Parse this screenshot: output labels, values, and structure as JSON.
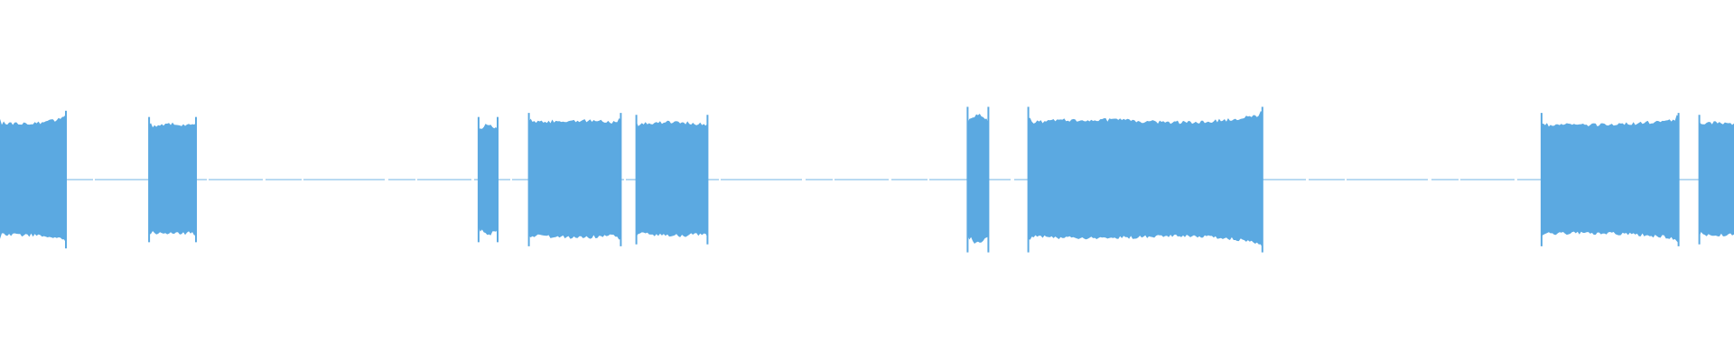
{
  "waveform": {
    "color": "#5BA9E1",
    "background": "#FFFFFF",
    "duration_fraction": 1,
    "segments": [
      {
        "start": 0.0,
        "end": 0.038,
        "level": 0.34,
        "envelope": "steady-rise-end"
      },
      {
        "start": 0.086,
        "end": 0.113,
        "level": 0.31,
        "envelope": "steady"
      },
      {
        "start": 0.276,
        "end": 0.287,
        "level": 0.31,
        "envelope": "short"
      },
      {
        "start": 0.305,
        "end": 0.358,
        "level": 0.33,
        "envelope": "steady"
      },
      {
        "start": 0.367,
        "end": 0.408,
        "level": 0.32,
        "envelope": "steady"
      },
      {
        "start": 0.558,
        "end": 0.57,
        "level": 0.36,
        "envelope": "short"
      },
      {
        "start": 0.593,
        "end": 0.728,
        "level": 0.36,
        "envelope": "swell-end"
      },
      {
        "start": 0.889,
        "end": 0.968,
        "level": 0.33,
        "envelope": "steady-rise-end"
      },
      {
        "start": 0.98,
        "end": 1.0,
        "level": 0.32,
        "envelope": "steady"
      }
    ],
    "silence_level": 0.006
  }
}
